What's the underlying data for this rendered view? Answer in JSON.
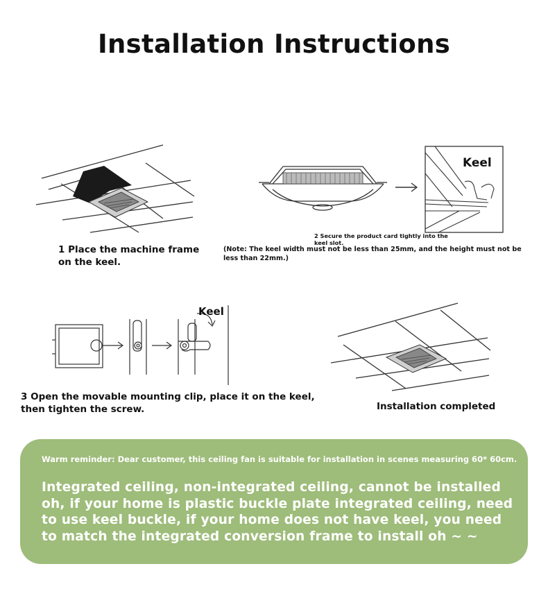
{
  "title": "Installation Instructions",
  "steps": {
    "step1": "1 Place the machine frame on the keel.",
    "step2_caption": "2 Secure the product card tightly into the keel slot.",
    "step2_note": "(Note: The keel width must not be less than 25mm, and the height must not be less than 22mm.)",
    "step3": "3 Open the movable mounting clip, place it on the keel, then tighten the screw.",
    "step4": "Installation completed"
  },
  "labels": {
    "keel_top": "Keel",
    "keel_bottom": "Keel"
  },
  "reminder": {
    "small": "Warm reminder: Dear customer, this ceiling fan is suitable for installation in scenes measuring 60* 60cm.",
    "big": "Integrated ceiling, non-integrated ceiling, cannot be installed oh, if your home is plastic buckle plate integrated ceiling, need to use keel buckle, if your home does not have keel, you need to match the integrated conversion frame to install oh ~ ~"
  },
  "colors": {
    "reminder_bg": "#9ebc7a",
    "reminder_text": "#ffffff",
    "line": "#333333"
  }
}
